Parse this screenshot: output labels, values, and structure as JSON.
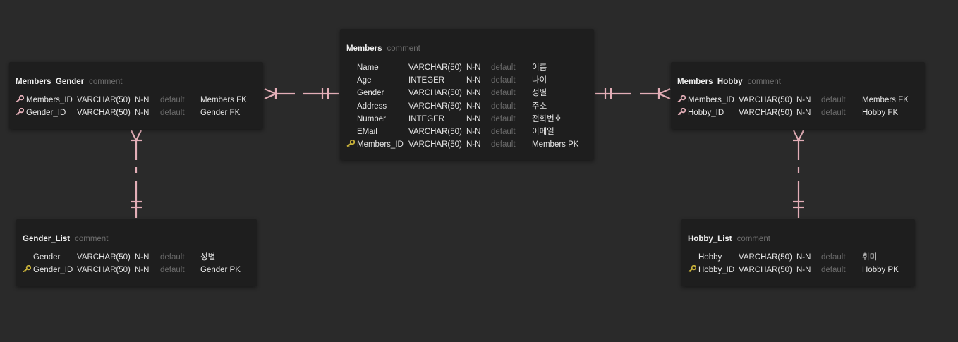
{
  "colors": {
    "background": "#2a2a2a",
    "table_bg": "#1e1e1e",
    "relation_line": "#e3aeb7",
    "primary_key_icon": "#c9b23a",
    "foreign_key_icon": "#e3aeb7",
    "default_text": "#6a6a6a"
  },
  "tables": {
    "members": {
      "name": "Members",
      "comment": "comment",
      "columns": [
        {
          "name": "Name",
          "type": "VARCHAR(50)",
          "null": "N-N",
          "default": "default",
          "comment": "이름",
          "key": "none"
        },
        {
          "name": "Age",
          "type": "INTEGER",
          "null": "N-N",
          "default": "default",
          "comment": "나이",
          "key": "none"
        },
        {
          "name": "Gender",
          "type": "VARCHAR(50)",
          "null": "N-N",
          "default": "default",
          "comment": "성별",
          "key": "none"
        },
        {
          "name": "Address",
          "type": "VARCHAR(50)",
          "null": "N-N",
          "default": "default",
          "comment": "주소",
          "key": "none"
        },
        {
          "name": "Number",
          "type": "INTEGER",
          "null": "N-N",
          "default": "default",
          "comment": "전화번호",
          "key": "none"
        },
        {
          "name": "EMail",
          "type": "VARCHAR(50)",
          "null": "N-N",
          "default": "default",
          "comment": "이메일",
          "key": "none"
        },
        {
          "name": "Members_ID",
          "type": "VARCHAR(50)",
          "null": "N-N",
          "default": "default",
          "comment": "Members PK",
          "key": "primary-key-icon"
        }
      ]
    },
    "members_gender": {
      "name": "Members_Gender",
      "comment": "comment",
      "columns": [
        {
          "name": "Members_ID",
          "type": "VARCHAR(50)",
          "null": "N-N",
          "default": "default",
          "comment": "Members FK",
          "key": "foreign-key-icon"
        },
        {
          "name": "Gender_ID",
          "type": "VARCHAR(50)",
          "null": "N-N",
          "default": "default",
          "comment": "Gender FK",
          "key": "foreign-key-icon"
        }
      ]
    },
    "members_hobby": {
      "name": "Members_Hobby",
      "comment": "comment",
      "columns": [
        {
          "name": "Members_ID",
          "type": "VARCHAR(50)",
          "null": "N-N",
          "default": "default",
          "comment": "Members FK",
          "key": "foreign-key-icon"
        },
        {
          "name": "Hobby_ID",
          "type": "VARCHAR(50)",
          "null": "N-N",
          "default": "default",
          "comment": "Hobby FK",
          "key": "foreign-key-icon"
        }
      ]
    },
    "gender_list": {
      "name": "Gender_List",
      "comment": "comment",
      "columns": [
        {
          "name": "Gender",
          "type": "VARCHAR(50)",
          "null": "N-N",
          "default": "default",
          "comment": "성별",
          "key": "none"
        },
        {
          "name": "Gender_ID",
          "type": "VARCHAR(50)",
          "null": "N-N",
          "default": "default",
          "comment": "Gender PK",
          "key": "primary-key-icon"
        }
      ]
    },
    "hobby_list": {
      "name": "Hobby_List",
      "comment": "comment",
      "columns": [
        {
          "name": "Hobby",
          "type": "VARCHAR(50)",
          "null": "N-N",
          "default": "default",
          "comment": "취미",
          "key": "none"
        },
        {
          "name": "Hobby_ID",
          "type": "VARCHAR(50)",
          "null": "N-N",
          "default": "default",
          "comment": "Hobby PK",
          "key": "primary-key-icon"
        }
      ]
    }
  },
  "relationships": [
    {
      "from": "members",
      "from_end": "one-and-only-one",
      "to": "members_gender",
      "to_end": "one-or-many"
    },
    {
      "from": "members",
      "from_end": "one-and-only-one",
      "to": "members_hobby",
      "to_end": "one-or-many"
    },
    {
      "from": "gender_list",
      "from_end": "one-and-only-one",
      "to": "members_gender",
      "to_end": "one-or-many"
    },
    {
      "from": "hobby_list",
      "from_end": "one-and-only-one",
      "to": "members_hobby",
      "to_end": "one-or-many"
    }
  ]
}
